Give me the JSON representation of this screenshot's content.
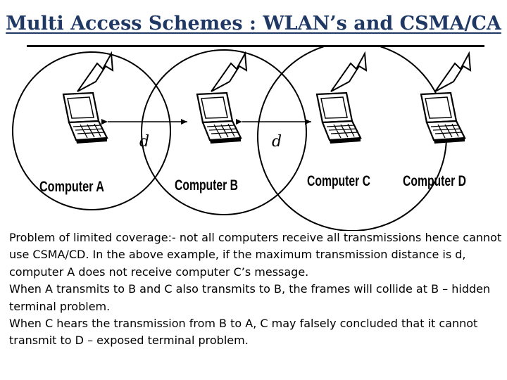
{
  "header": {
    "title": "Multi Access Schemes : WLAN’s and CSMA/CA"
  },
  "diagram": {
    "computers": [
      {
        "id": "a",
        "label": "Computer A"
      },
      {
        "id": "b",
        "label": "Computer B"
      },
      {
        "id": "c",
        "label": "Computer C"
      },
      {
        "id": "d",
        "label": "Computer D"
      }
    ],
    "distance_labels": [
      "d",
      "d"
    ]
  },
  "body": {
    "paragraphs": [
      "Problem of limited coverage:- not all computers receive all transmissions hence cannot use CSMA/CD. In the above example, if the maximum transmission distance is d, computer A does not receive computer C’s message.",
      "When A transmits to B and C also transmits to B, the frames will collide at B – hidden terminal problem.",
      "When C hears the transmission from B to A, C may falsely concluded that it cannot transmit to D – exposed terminal problem."
    ]
  }
}
